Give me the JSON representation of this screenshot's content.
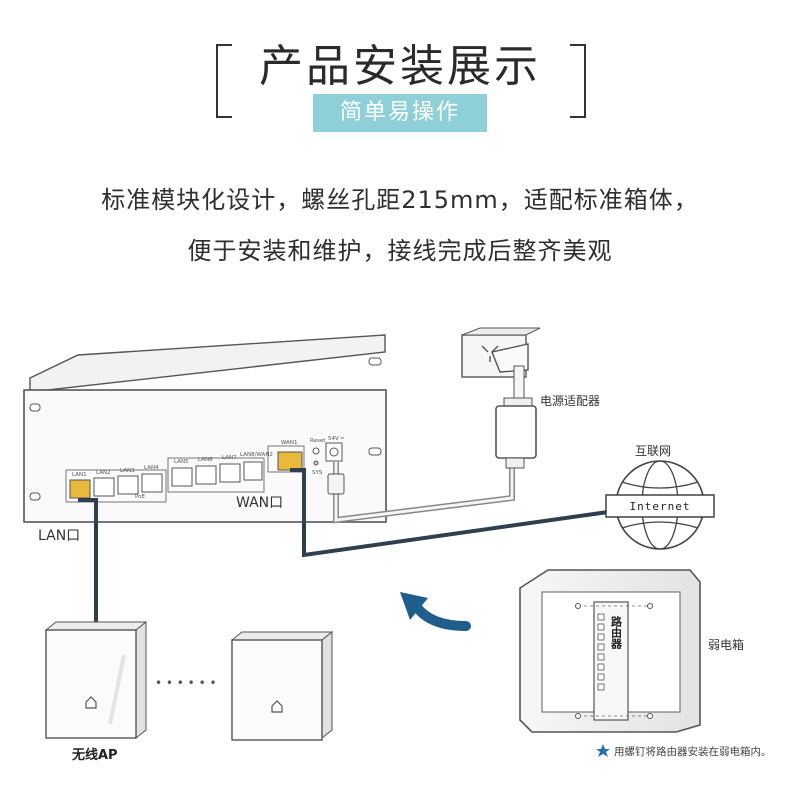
{
  "header": {
    "title": "产品安装展示",
    "subtitle": "简单易操作"
  },
  "description": {
    "line1": "标准模块化设计，螺丝孔距215mm，适配标准箱体，",
    "line2": "便于安装和维护，接线完成后整齐美观"
  },
  "router": {
    "port_labels": [
      "LAN1",
      "LAN2",
      "LAN3",
      "LAN4",
      "LAN5",
      "LAN6",
      "LAN7",
      "LAN8/WAN2",
      "WAN1"
    ],
    "poe_label": "PoE",
    "reset_label": "Reset",
    "sys_label": "SYS",
    "dc_label": "54V ═",
    "lan_caption": "LAN口",
    "wan_caption": "WAN口"
  },
  "labels": {
    "power_adapter": "电源适配器",
    "internet_cn": "互联网",
    "internet_en": "Internet",
    "wireless_ap": "无线AP",
    "cabinet": "弱电箱",
    "router_vertical": "路由器",
    "ellipsis": "• • •   • • •",
    "footnote": "用螺钉将路由器安装在弱电箱内。"
  },
  "colors": {
    "badge": "#8fd0d8",
    "arrow": "#1e5d8c",
    "footnote_star": "#2a6fb0",
    "cable_dark": "#2f3f4f",
    "port_yellow": "#e8b93a"
  }
}
